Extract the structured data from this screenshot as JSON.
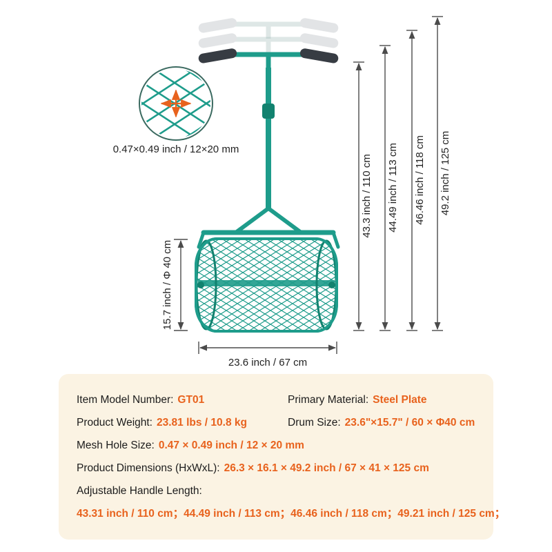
{
  "colors": {
    "teal": "#1E9C8B",
    "orange": "#E8621D",
    "panel_bg": "#FBF3E3",
    "ink": "#1C1C1C"
  },
  "diagram": {
    "mesh_callout": {
      "label": "0.47×0.49 inch / 12×20 mm"
    },
    "drum_diameter_label": "15.7 inch / Φ 40 cm",
    "drum_width_label": "23.6 inch / 67 cm",
    "heights": [
      {
        "label": "43.3 inch / 110 cm"
      },
      {
        "label": "44.49 inch / 113 cm"
      },
      {
        "label": "46.46 inch / 118 cm"
      },
      {
        "label": "49.2 inch / 125 cm"
      }
    ]
  },
  "specs": {
    "item_model_label": "Item Model Number:",
    "item_model_value": "GT01",
    "material_label": "Primary Material:",
    "material_value": "Steel Plate",
    "weight_label": "Product Weight:",
    "weight_value": "23.81 lbs / 10.8 kg",
    "drum_size_label": "Drum Size:",
    "drum_size_value": "23.6\"×15.7\" / 60 × Φ40 cm",
    "mesh_hole_label": "Mesh Hole Size:",
    "mesh_hole_value": "0.47 × 0.49 inch / 12 × 20 mm",
    "dimensions_label": "Product Dimensions (HxWxL):",
    "dimensions_value": "26.3 × 16.1 × 49.2 inch / 67 × 41 × 125 cm",
    "handle_length_label": "Adjustable Handle Length:",
    "handle_length_value": "43.31 inch / 110 cm；44.49 inch / 113 cm；46.46 inch / 118 cm；49.21 inch / 125 cm；"
  }
}
